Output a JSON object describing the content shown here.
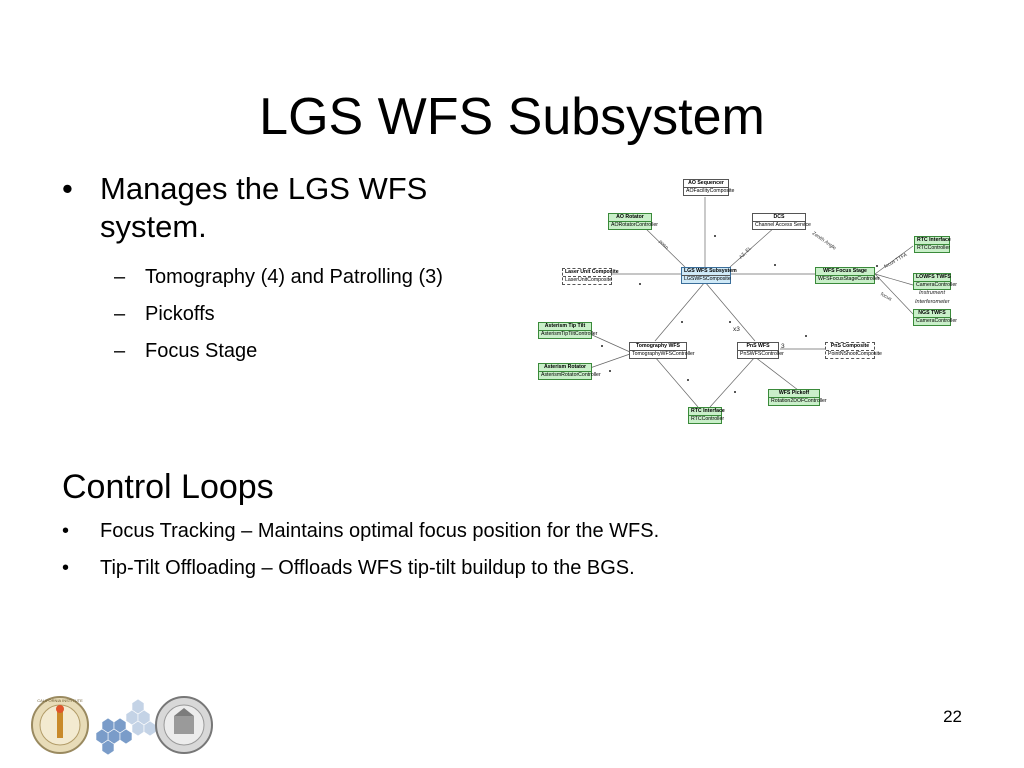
{
  "slide": {
    "title": "LGS WFS Subsystem",
    "bullet_main": "Manages the LGS WFS system.",
    "sub_bullets": [
      "Tomography (4) and Patrolling (3)",
      "Pickoffs",
      "Focus Stage"
    ],
    "section_title": "Control Loops",
    "loops": [
      "Focus Tracking – Maintains optimal focus position for the WFS.",
      "Tip-Tilt Offloading – Offloads WFS tip-tilt buildup to the BGS."
    ],
    "page_number": "22"
  },
  "diagram": {
    "ao_sequencer": {
      "title": "AO Sequencer",
      "sub": "AOFacilityComposite"
    },
    "ao_rotator": {
      "title": "AO Rotator",
      "sub": "AORotatorController"
    },
    "dcs": {
      "title": "DCS",
      "sub": "Channel Access Service"
    },
    "rtc_interface_top": {
      "title": "RTC Interface",
      "sub": "RTCController"
    },
    "laser_unit": {
      "title": "Laser Unit Composite",
      "sub": "LaserUnitComposite"
    },
    "lgs_wfs": {
      "title": "LGS WFS Subsystem",
      "sub": "LGSWFSComposite"
    },
    "wfs_focus_stage": {
      "title": "WFS Focus Stage",
      "sub": "WFSFocusStageController"
    },
    "lowfs_twfs": {
      "title": "LOWFS TWFS",
      "sub": "CameraController"
    },
    "ngs_twfs": {
      "title": "NGS TWFS",
      "sub": "CameraController"
    },
    "asterism_tip_tilt": {
      "title": "Asterism Tip Tilt",
      "sub": "AsterismTipTiltController"
    },
    "tomography_wfs": {
      "title": "Tomography WFS",
      "sub": "TomographyWFSController"
    },
    "pnp_wfs": {
      "title": "PnS WFS",
      "sub": "PnSWFSController"
    },
    "pns_composite": {
      "title": "PnS Composite",
      "sub": "PointNShootComposite"
    },
    "asterism_rotator": {
      "title": "Asterism Rotator",
      "sub": "AsterismRotatorController"
    },
    "wfs_pickoff": {
      "title": "WFS Pickoff",
      "sub": "Rotation2DOFController"
    },
    "rtc_interface_bottom": {
      "title": "RTC Interface",
      "sub": "RTCController"
    },
    "labels": {
      "instrument": "Instrument",
      "interferometer": "Interferometer",
      "x3": "x3",
      "three": "3",
      "zenith_angle": "Zenith Angle",
      "focus_ttfa": "focus TTFA",
      "focus": "focus",
      "az_el": "AZ, EL",
      "posn": "posn"
    }
  }
}
